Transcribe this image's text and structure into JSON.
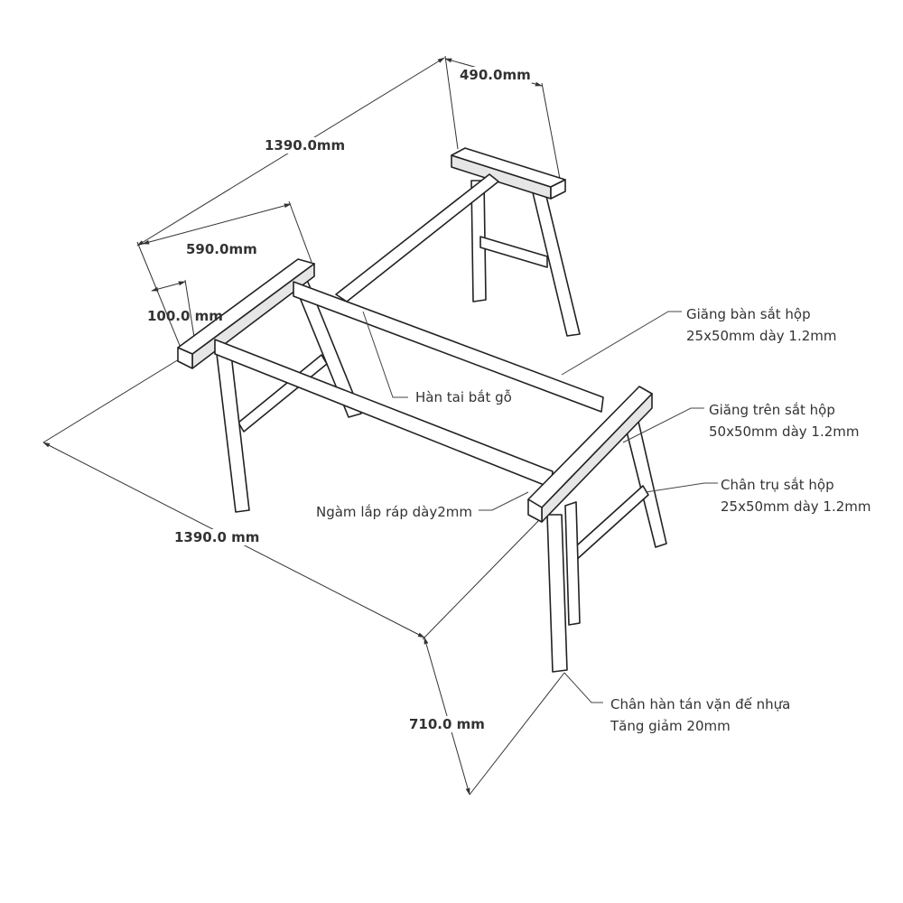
{
  "dimensions": {
    "width_top": "490.0mm",
    "length_top": "1390.0mm",
    "width_top_bar": "590.0mm",
    "bar_thickness": "100.0 mm",
    "length_bottom": "1390.0 mm",
    "height": "710.0 mm"
  },
  "annotations": {
    "giang_ban": {
      "line1": "Giăng bàn sắt hộp",
      "line2": "25x50mm dày 1.2mm"
    },
    "han_tai": "Hàn tai bắt gỗ",
    "giang_tren": {
      "line1": "Giăng trên sắt hộp",
      "line2": "50x50mm dày 1.2mm"
    },
    "chan_tru": {
      "line1": "Chân trụ sắt hộp",
      "line2": "25x50mm dày 1.2mm"
    },
    "ngam": "Ngàm lắp ráp dày2mm",
    "chan_han": {
      "line1": "Chân hàn tán vặn đế nhựa",
      "line2": "Tăng giảm 20mm"
    }
  }
}
